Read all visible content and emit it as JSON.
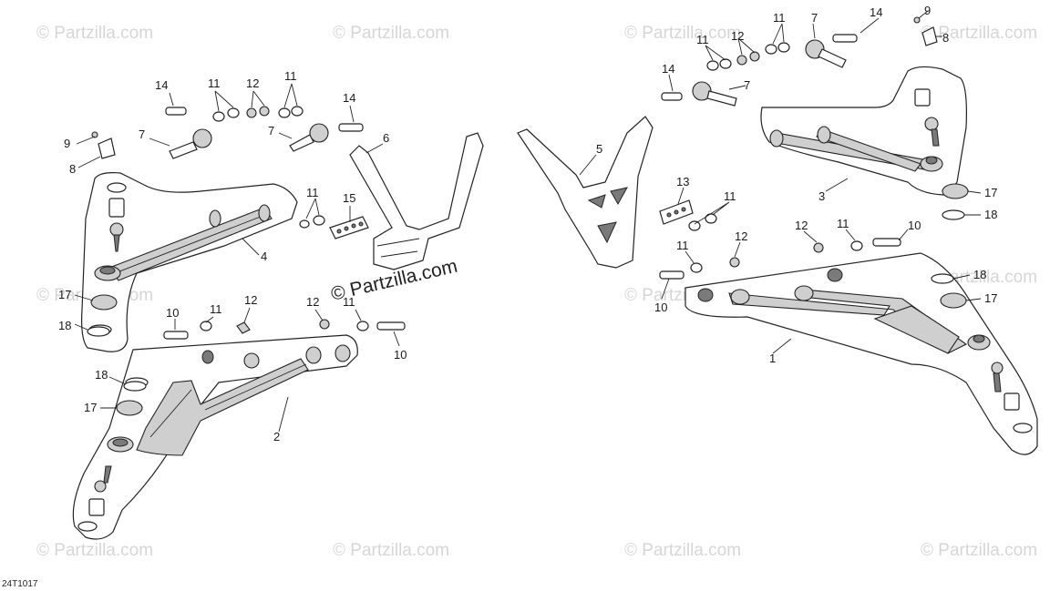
{
  "watermark": {
    "text": "© Partzilla.com",
    "center_text": "© Partzilla.com"
  },
  "reference_code": "24T1017",
  "callouts": {
    "c1": "1",
    "c2": "2",
    "c3": "3",
    "c4": "4",
    "c5": "5",
    "c6": "6",
    "c7a": "7",
    "c7b": "7",
    "c7c": "7",
    "c7d": "7",
    "c8a": "8",
    "c8b": "8",
    "c9a": "9",
    "c9b": "9",
    "c10a": "10",
    "c10b": "10",
    "c10c": "10",
    "c10d": "10",
    "c11": "11",
    "c12": "12",
    "c13": "13",
    "c14": "14",
    "c15": "15",
    "c17": "17",
    "c18": "18"
  }
}
